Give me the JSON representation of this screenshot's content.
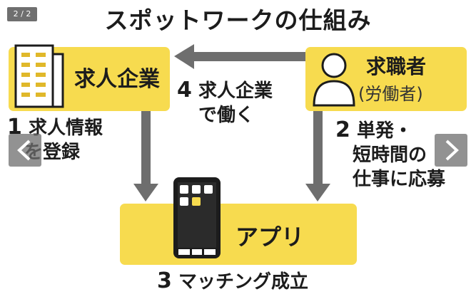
{
  "gallery": {
    "counter": "2 / 2"
  },
  "diagram": {
    "title": "スポットワークの仕組み",
    "nodes": {
      "company": {
        "label": "求人企業",
        "icon": "building-icon"
      },
      "seeker": {
        "label": "求職者",
        "sublabel": "(労働者)",
        "icon": "person-icon"
      },
      "app": {
        "label": "アプリ",
        "icon": "smartphone-icon"
      }
    },
    "steps": [
      {
        "number": "1",
        "lines": [
          "求人情報",
          "を登録"
        ]
      },
      {
        "number": "2",
        "lines": [
          "単発・",
          "短時間の",
          "仕事に応募"
        ]
      },
      {
        "number": "3",
        "lines": [
          "マッチング成立"
        ]
      },
      {
        "number": "4",
        "lines": [
          "求人企業",
          "で働く"
        ]
      }
    ]
  },
  "colors": {
    "accent_yellow": "#f7db4f",
    "arrow_gray": "#6e6e6e",
    "text_dark": "#1c1c1c"
  }
}
